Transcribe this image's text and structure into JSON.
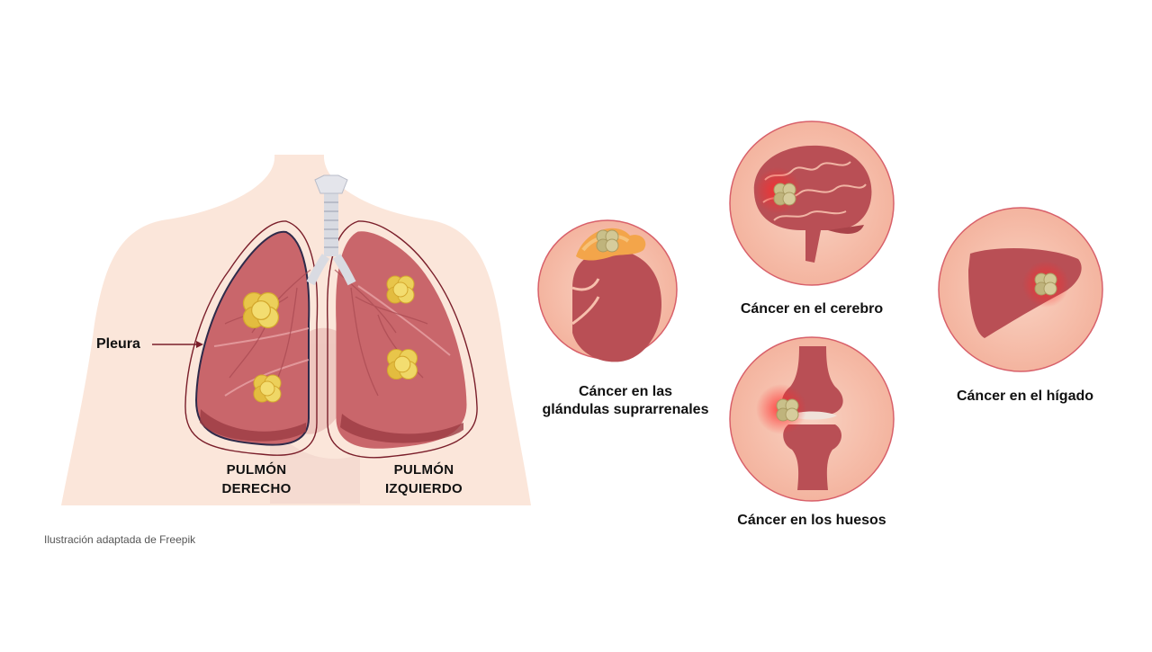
{
  "labels": {
    "pleura": "Pleura",
    "right_lung": [
      "PULMÓN",
      "DERECHO"
    ],
    "left_lung": [
      "PULMÓN",
      "IZQUIERDO"
    ]
  },
  "metastases": [
    {
      "id": "adrenal",
      "lines": [
        "Cáncer en las",
        "glándulas suprarrenales"
      ],
      "icon": "adrenal-gland-kidney-icon"
    },
    {
      "id": "brain",
      "lines": [
        "Cáncer en el cerebro"
      ],
      "icon": "brain-icon"
    },
    {
      "id": "bones",
      "lines": [
        "Cáncer en los huesos"
      ],
      "icon": "bone-joint-icon"
    },
    {
      "id": "liver",
      "lines": [
        "Cáncer en el hígado"
      ],
      "icon": "liver-icon"
    }
  ],
  "credit": "Ilustración adaptada de Freepik",
  "colors": {
    "body": "#fbe6da",
    "lung": "#c9666b",
    "lung_dark": "#9c3c44",
    "pleura_line": "#4a2330",
    "tumor": "#e8c54a",
    "circle_fill": "#f7c0ad",
    "circle_border": "#d8606a",
    "organ": "#b94f55",
    "adrenal": "#f3a54a"
  }
}
